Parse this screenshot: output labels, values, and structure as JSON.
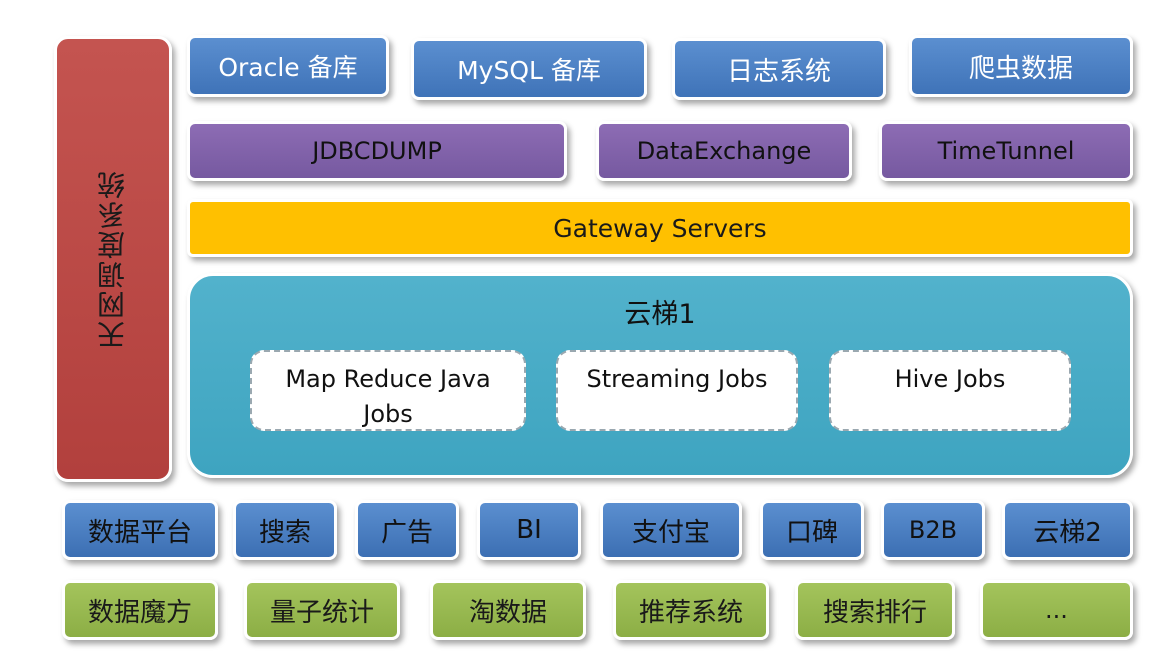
{
  "scheduler": {
    "label": "天网调度系统"
  },
  "sources": [
    {
      "label": "Oracle 备库"
    },
    {
      "label": "MySQL 备库"
    },
    {
      "label": "日志系统"
    },
    {
      "label": "爬虫数据"
    }
  ],
  "tools": [
    {
      "label": "JDBCDUMP"
    },
    {
      "label": "DataExchange"
    },
    {
      "label": "TimeTunnel"
    }
  ],
  "gateway": {
    "label": "Gateway Servers"
  },
  "cloud": {
    "title": "云梯1",
    "jobs": [
      {
        "label": "Map Reduce Java Jobs"
      },
      {
        "label": "Streaming Jobs"
      },
      {
        "label": "Hive Jobs"
      }
    ]
  },
  "apps": [
    {
      "label": "数据平台"
    },
    {
      "label": "搜索"
    },
    {
      "label": "广告"
    },
    {
      "label": "BI"
    },
    {
      "label": "支付宝"
    },
    {
      "label": "口碑"
    },
    {
      "label": "B2B"
    },
    {
      "label": "云梯2"
    }
  ],
  "products": [
    {
      "label": "数据魔方"
    },
    {
      "label": "量子统计"
    },
    {
      "label": "淘数据"
    },
    {
      "label": "推荐系统"
    },
    {
      "label": "搜索排行"
    },
    {
      "label": "..."
    }
  ]
}
